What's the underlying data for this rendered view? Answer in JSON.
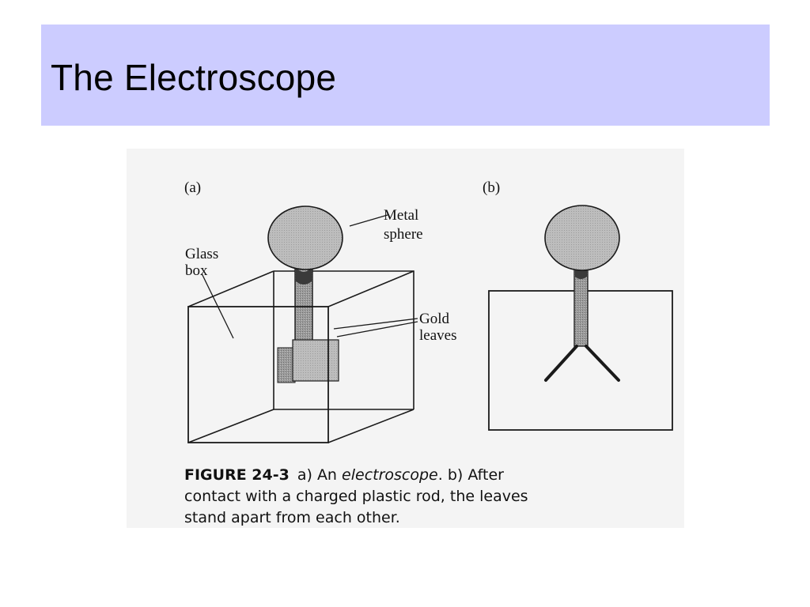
{
  "slide": {
    "title": "The Electroscope",
    "colors": {
      "title_band": "#ccccff",
      "figure_background": "#f4f4f4",
      "sphere_fill": "#b8b8b8",
      "rod_fill": "#8c8c8c",
      "leaf_fill": "#c6c6c6"
    }
  },
  "figure": {
    "panel_a": {
      "label": "(a)",
      "sphere_label_line1": "Metal",
      "sphere_label_line2": "sphere",
      "box_label_line1": "Glass",
      "box_label_line2": "box",
      "leaves_label_line1": "Gold",
      "leaves_label_line2": "leaves"
    },
    "panel_b": {
      "label": "(b)"
    },
    "caption": {
      "number": "FIGURE 24-3",
      "part_a_prefix": "a) An ",
      "part_a_term": "electroscope",
      "part_a_suffix": ". b) After",
      "line2": "contact with a charged plastic rod, the leaves",
      "line3": "stand apart from each other."
    }
  }
}
